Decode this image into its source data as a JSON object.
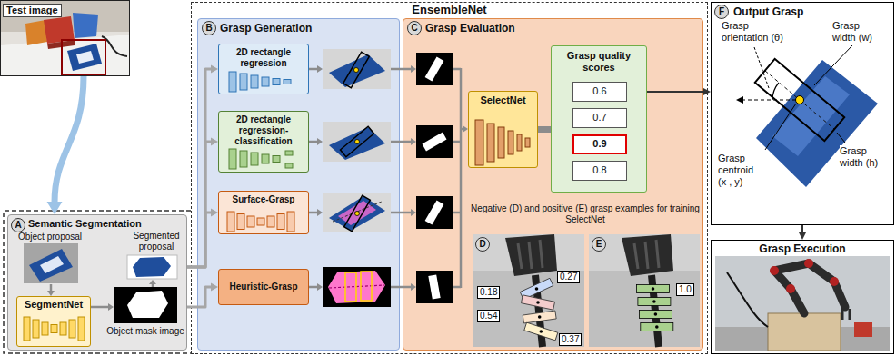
{
  "diagram": {
    "nodes": [
      {
        "text": [
          "Test image"
        ]
      },
      {
        "text": [
          "Semantic Segmentation"
        ]
      },
      {
        "text": [
          "A"
        ],
        "in": 1
      },
      {
        "text": [
          "SegmentNet"
        ],
        "in": 1
      },
      {
        "text": [
          "EnsembleNet"
        ]
      },
      {
        "text": [
          "Grasp Generation"
        ],
        "in": 4
      },
      {
        "text": [
          "B"
        ],
        "in": 5
      },
      {
        "text": [
          "2D rectangle regression"
        ],
        "in": 5
      },
      {
        "text": [
          "2D rectangle regression-classification"
        ],
        "in": 5
      },
      {
        "text": [
          "Surface-Grasp"
        ],
        "in": 5
      },
      {
        "text": [
          "Heuristic-Grasp"
        ],
        "in": 5
      },
      {
        "text": [
          "Grasp Evaluation"
        ],
        "in": 4
      },
      {
        "text": [
          "C"
        ],
        "in": 11
      },
      {
        "text": [
          "SelectNet"
        ],
        "in": 11
      },
      {
        "text": [
          "Grasp quality scores"
        ],
        "in": 11
      },
      {
        "text": [
          "0.6"
        ],
        "in": 14
      },
      {
        "text": [
          "0.7"
        ],
        "in": 14
      },
      {
        "text": [
          "0.9"
        ],
        "in": 14
      },
      {
        "text": [
          "0.8"
        ],
        "in": 14
      },
      {
        "text": [
          "D"
        ],
        "in": 11
      },
      {
        "text": [
          "E"
        ],
        "in": 11
      },
      {
        "text": [
          "Output Grasp"
        ]
      },
      {
        "text": [
          "F"
        ],
        "in": 21
      },
      {
        "text": [
          "Grasp Execution"
        ]
      }
    ],
    "edges": [
      {
        "from": 0,
        "to": 1,
        "arrow": "to"
      },
      {
        "from": 1,
        "to": 7,
        "arrow": "to"
      },
      {
        "from": 1,
        "to": 8,
        "arrow": "to"
      },
      {
        "from": 1,
        "to": 9,
        "arrow": "to"
      },
      {
        "from": 1,
        "to": 10,
        "arrow": "to"
      },
      {
        "from": 13,
        "to": 14,
        "arrow": "none"
      },
      {
        "from": 14,
        "to": 21,
        "arrow": "to"
      },
      {
        "from": 21,
        "to": 23,
        "arrow": "to"
      }
    ],
    "labels": [
      "Object proposal",
      "Segmented proposal",
      "Object mask image",
      "Negative (D) and positive (E) grasp examples for training SelectNet",
      "0.27",
      "0.18",
      "0.54",
      "0.37",
      "1.0",
      "Grasp orientation (θ)",
      "Grasp width (w)",
      "Grasp width (h)",
      "Grasp centroid (x , y)"
    ]
  }
}
